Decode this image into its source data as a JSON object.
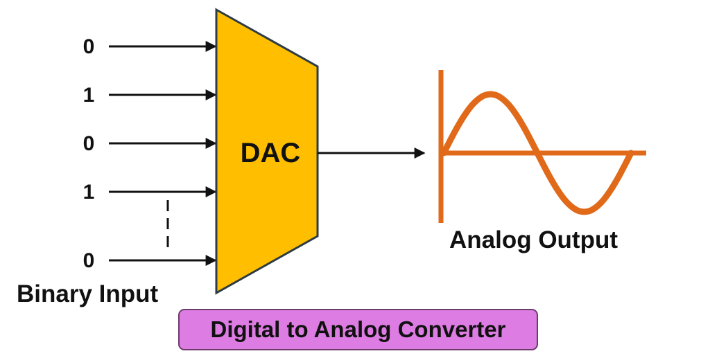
{
  "inputs": {
    "bits": [
      "0",
      "1",
      "0",
      "1",
      "0"
    ],
    "caption": "Binary Input"
  },
  "converter": {
    "label": "DAC",
    "fill_color": "#ffbf00",
    "stroke_color": "#2d3b45"
  },
  "output": {
    "caption": "Analog Output",
    "wave_color": "#e06a1a"
  },
  "banner": {
    "title": "Digital to Analog Converter",
    "color": "#dd7ce2"
  }
}
